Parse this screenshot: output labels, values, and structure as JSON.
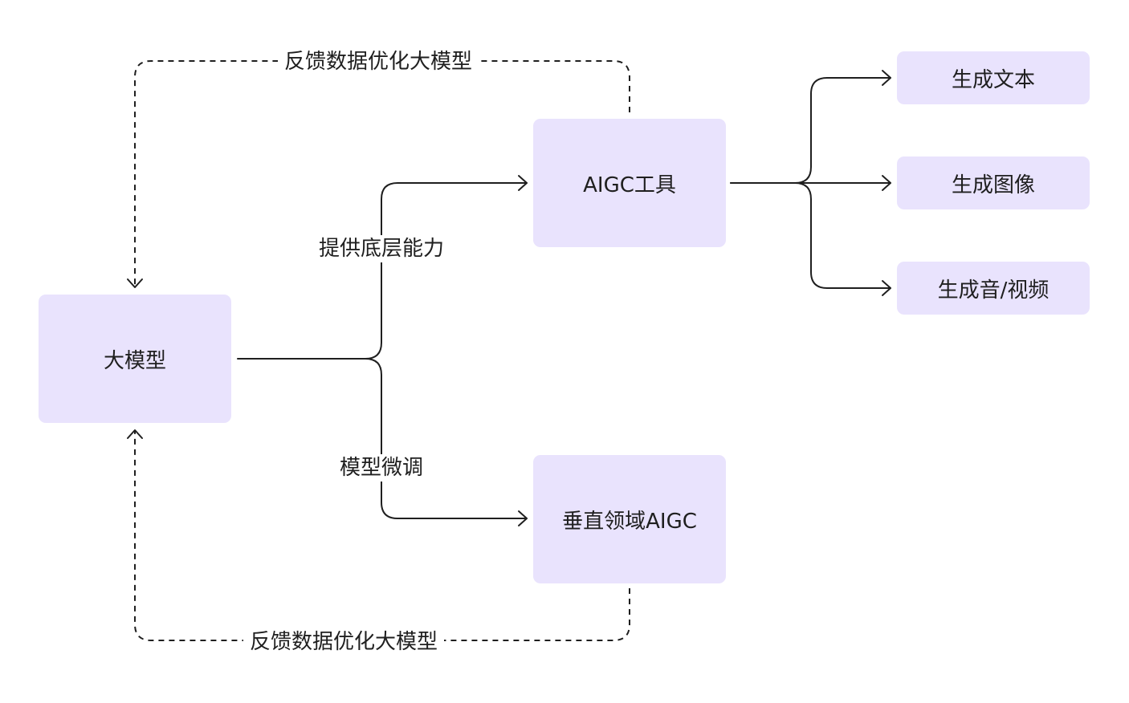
{
  "nodes": {
    "large_model": "大模型",
    "aigc_tool": "AIGC工具",
    "vertical_aigc": "垂直领域AIGC",
    "gen_text": "生成文本",
    "gen_image": "生成图像",
    "gen_av": "生成音/视频"
  },
  "edge_labels": {
    "provide_base": "提供底层能力",
    "fine_tune": "模型微调",
    "feedback_top": "反馈数据优化大模型",
    "feedback_bottom": "反馈数据优化大模型"
  },
  "colors": {
    "node_fill": "#e9e3fd",
    "line": "#1f1f1f",
    "text": "#1f1f1f"
  }
}
